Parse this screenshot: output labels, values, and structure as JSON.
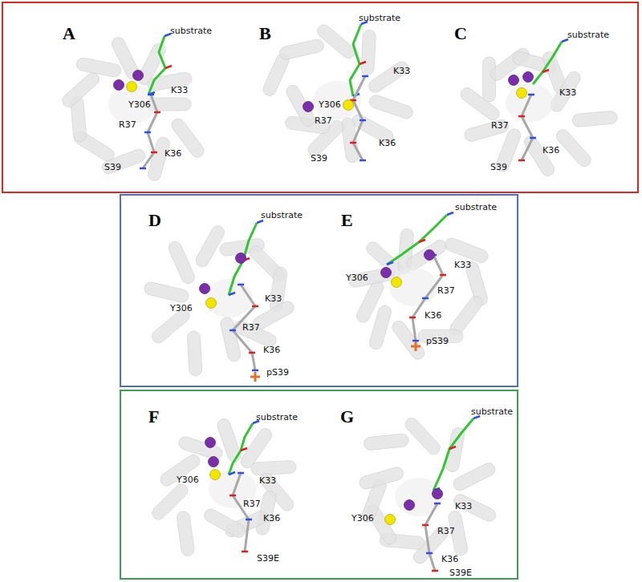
{
  "diagram": {
    "labels": [
      "A",
      "substrate",
      "K33",
      "Y306",
      "R37",
      "K36",
      "S39",
      "B",
      "substrate",
      "K33",
      "Y306",
      "R37",
      "K36",
      "S39",
      "C",
      "substrate",
      "K33",
      "R37",
      "K36",
      "S39",
      "D",
      "substrate",
      "Y306",
      "K33",
      "R37",
      "K36",
      "pS39",
      "E",
      "substrate",
      "K33",
      "Y306",
      "R37",
      "K36",
      "pS39",
      "F",
      "substrate",
      "Y306",
      "K33",
      "R37",
      "K36",
      "S39E",
      "G",
      "substrate",
      "K33",
      "Y306",
      "R37",
      "K36",
      "S39E"
    ]
  }
}
